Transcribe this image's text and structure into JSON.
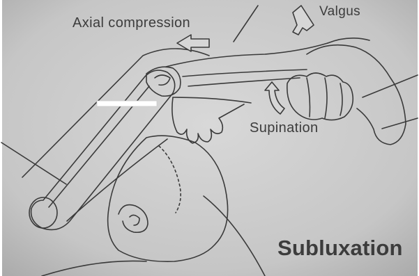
{
  "labels": {
    "axial_compression": "Axial compression",
    "valgus": "Valgus",
    "supination": "Supination",
    "subluxation": "Subluxation"
  },
  "colors": {
    "paper": "#cfcfcf",
    "ink": "#3a3a3a",
    "marker": "#ffffff"
  }
}
